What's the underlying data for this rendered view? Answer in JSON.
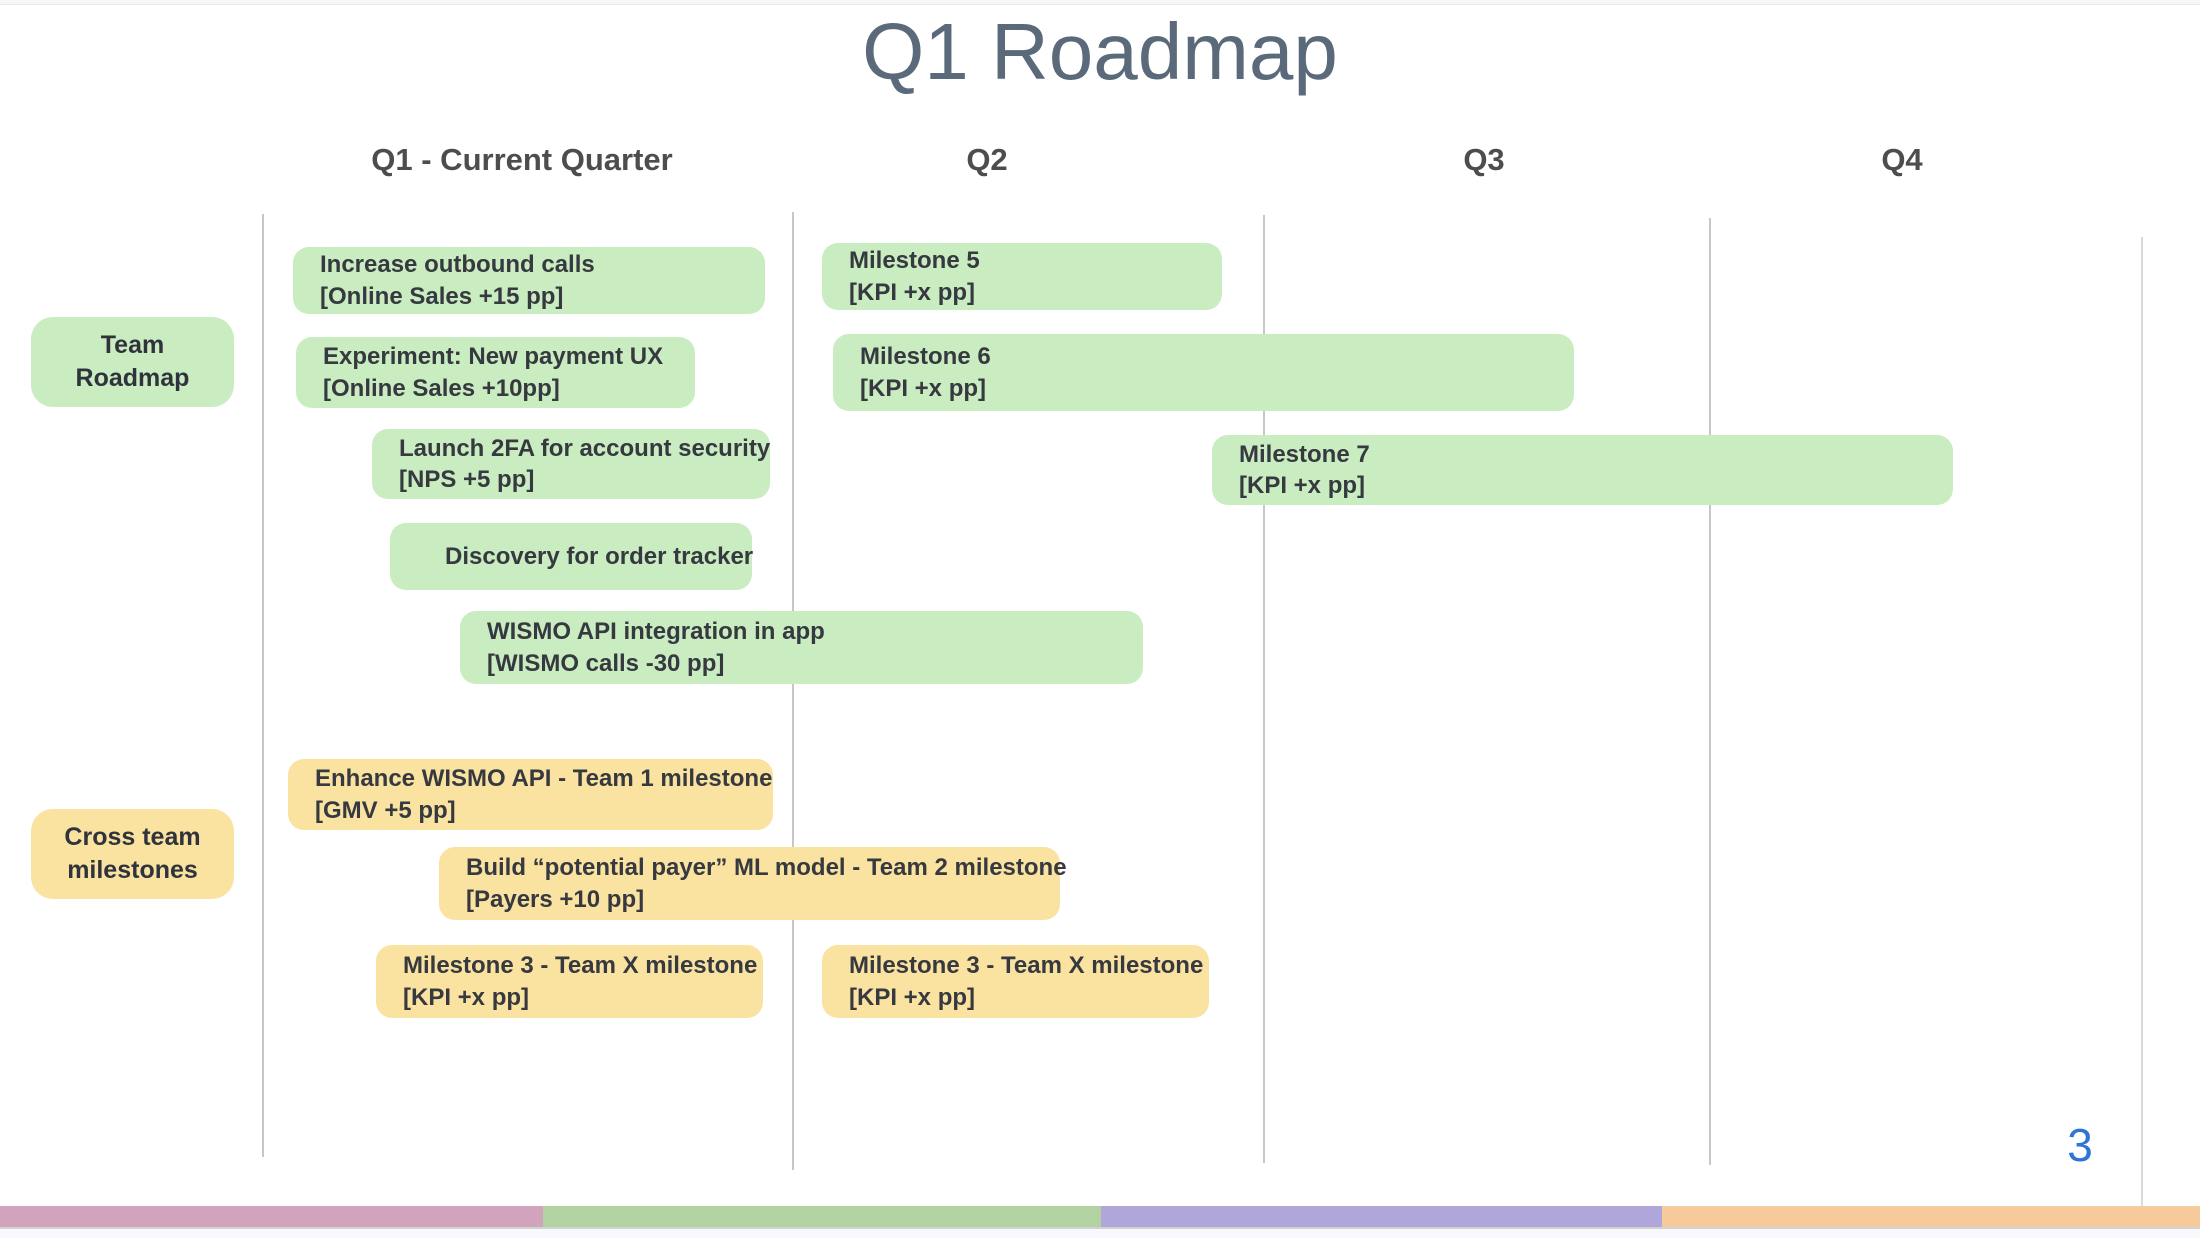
{
  "slide": {
    "title": "Q1 Roadmap",
    "page_number": "3"
  },
  "columns": [
    {
      "label": "Q1 - Current Quarter"
    },
    {
      "label": "Q2"
    },
    {
      "label": "Q3"
    },
    {
      "label": "Q4"
    }
  ],
  "lanes": {
    "team": {
      "label_line1": "Team",
      "label_line2": "Roadmap"
    },
    "cross": {
      "label_line1": "Cross team",
      "label_line2": "milestones"
    }
  },
  "team_items": [
    {
      "title": "Increase outbound calls",
      "kpi": "[Online Sales +15 pp]"
    },
    {
      "title": "Experiment: New payment UX",
      "kpi": "[Online Sales +10pp]"
    },
    {
      "title": "Launch 2FA for account security",
      "kpi": "[NPS +5 pp]"
    },
    {
      "title": "Discovery for order tracker",
      "kpi": ""
    },
    {
      "title": "WISMO API integration in app",
      "kpi": "[WISMO calls -30 pp]"
    },
    {
      "title": "Milestone 5",
      "kpi": "[KPI +x pp]"
    },
    {
      "title": "Milestone 6",
      "kpi": "[KPI +x pp]"
    },
    {
      "title": "Milestone 7",
      "kpi": "[KPI +x pp]"
    }
  ],
  "cross_items": [
    {
      "title": "Enhance WISMO API - Team 1 milestone",
      "kpi": "[GMV +5 pp]"
    },
    {
      "title": "Build “potential payer” ML model - Team 2 milestone",
      "kpi": "[Payers +10 pp]"
    },
    {
      "title": "Milestone 3 - Team X milestone",
      "kpi": "[KPI +x pp]"
    },
    {
      "title": "Milestone 3 - Team X milestone",
      "kpi": "[KPI +x pp]"
    }
  ],
  "colors": {
    "team_fill": "#c9ecc1",
    "cross_fill": "#fae2a0",
    "title_text": "#5a6a7a",
    "header_text": "#4d4d4d",
    "box_text": "#36393f",
    "divider_line": "#c7c7c7",
    "page_number": "#2e75d8",
    "footer_segments": [
      "#d2a3bd",
      "#b2d2a2",
      "#b0a6da",
      "#f7ca9b"
    ]
  }
}
